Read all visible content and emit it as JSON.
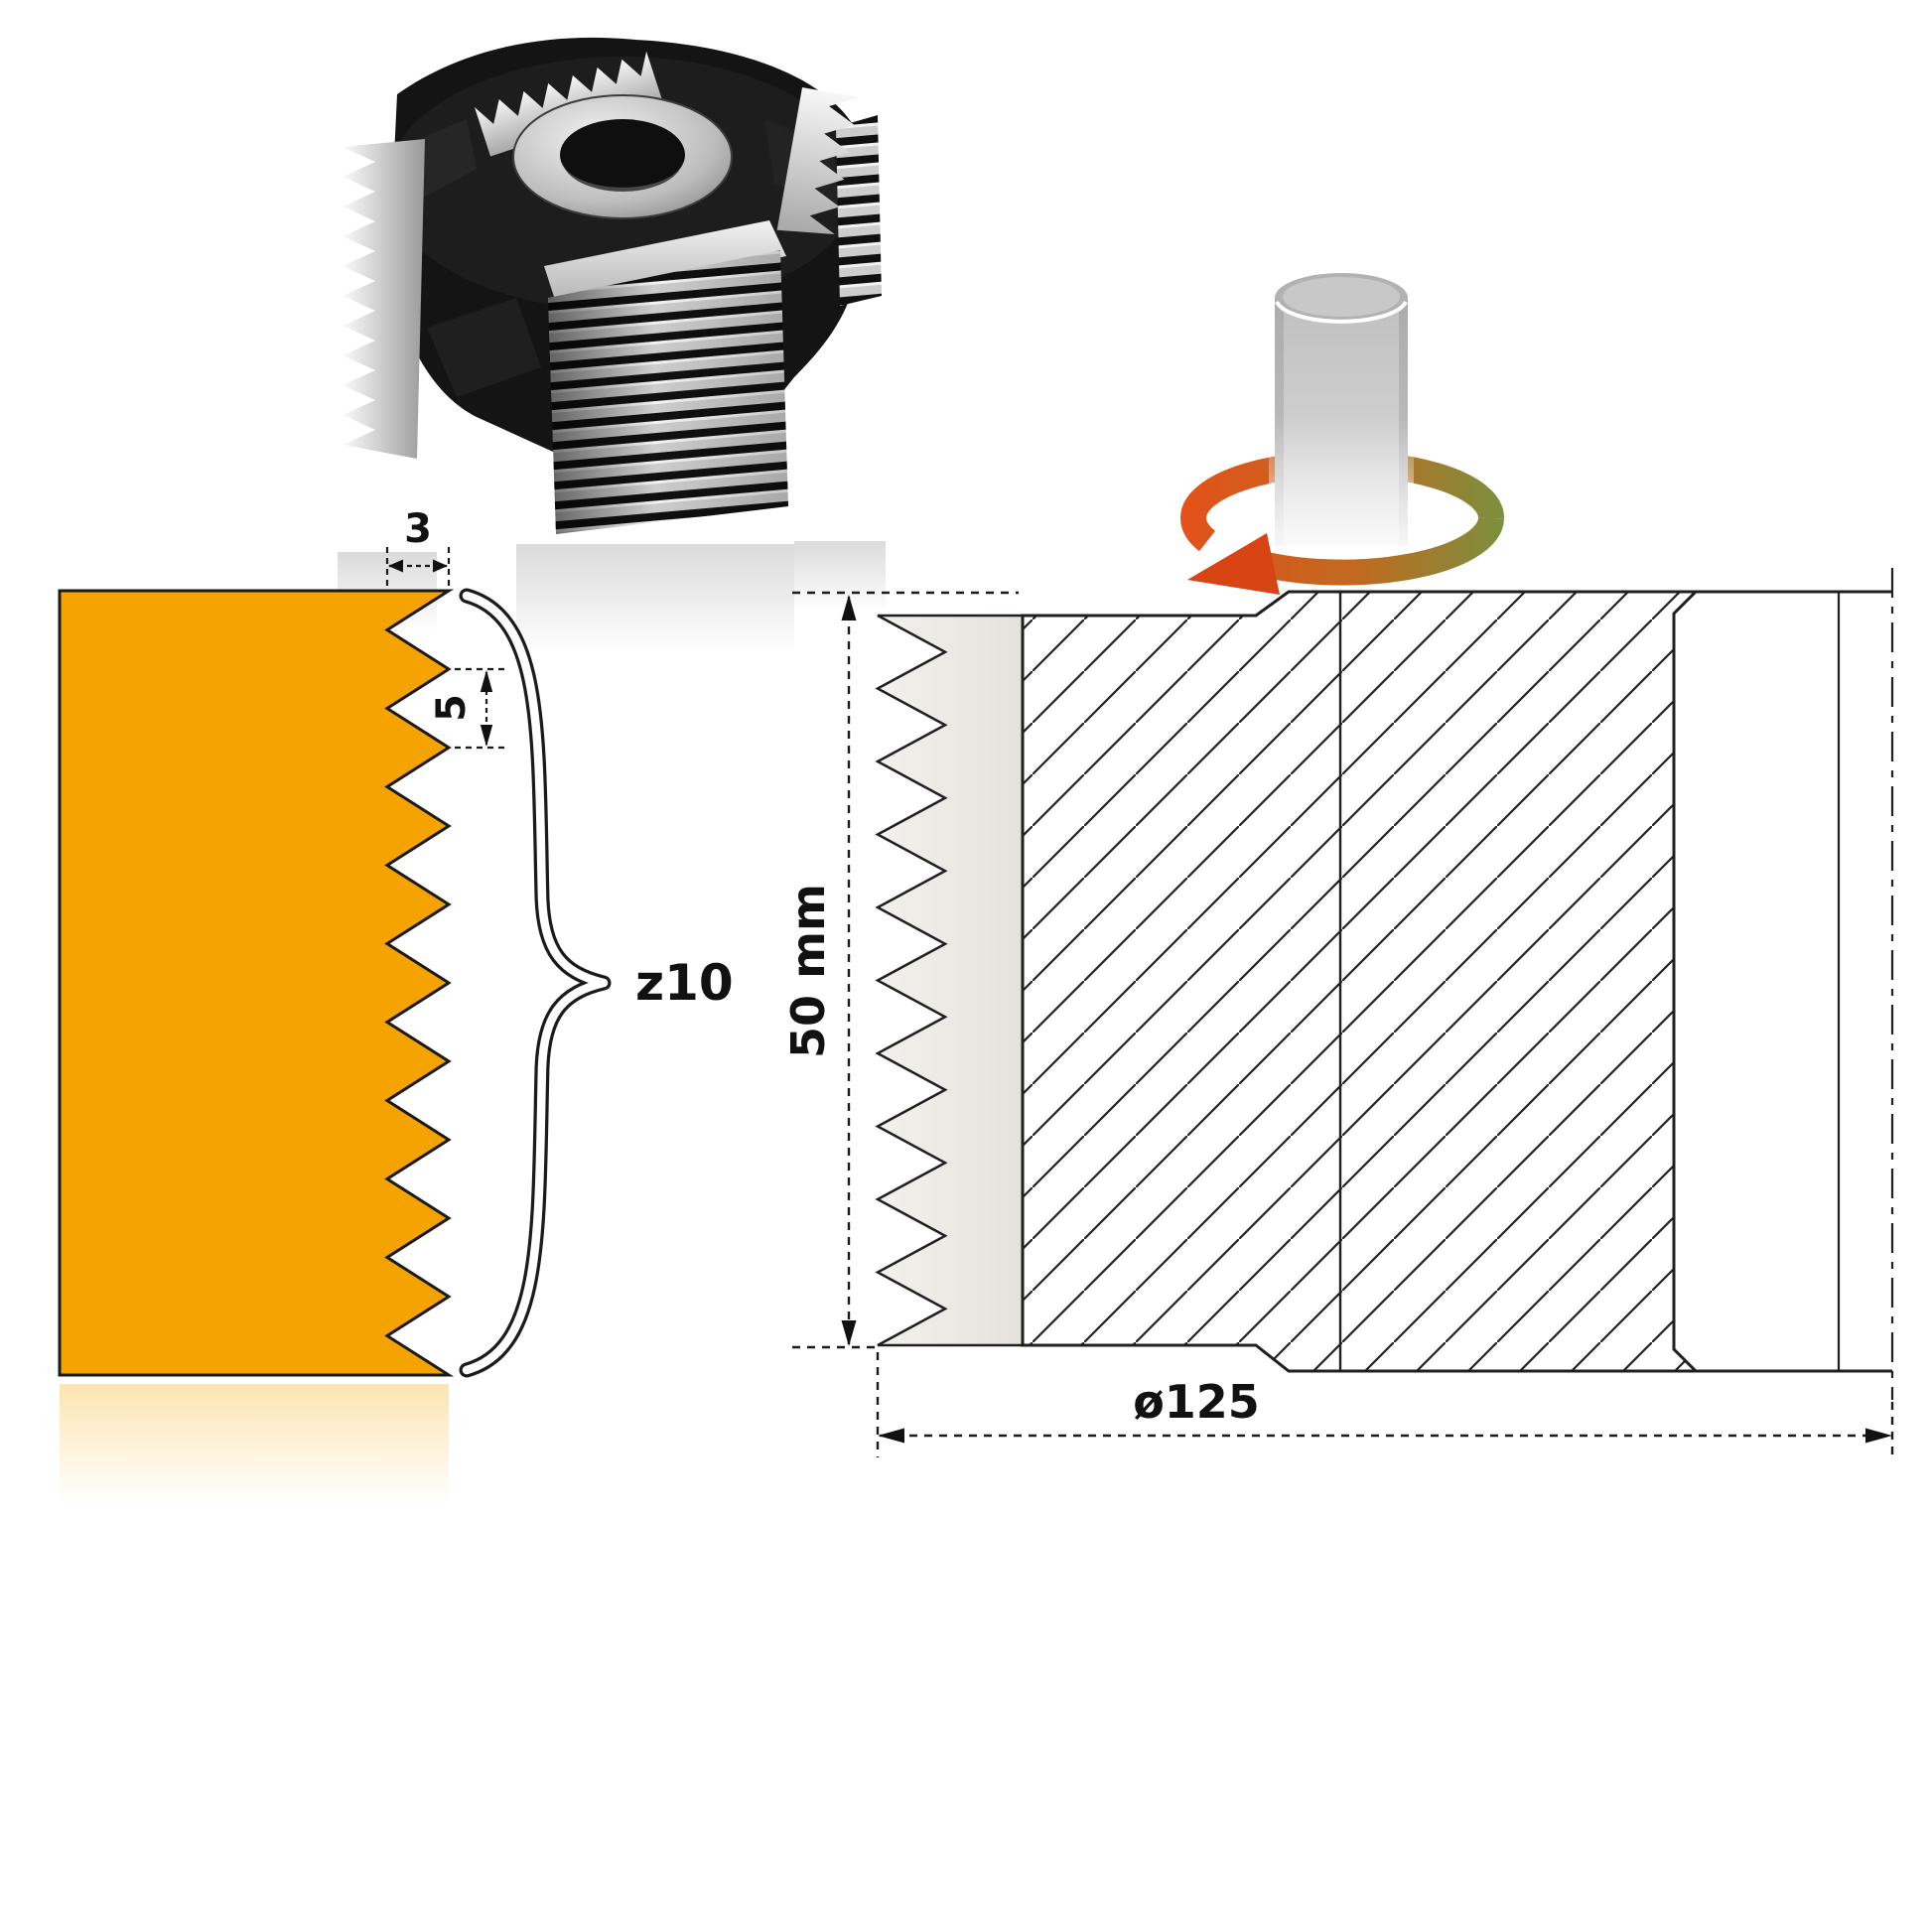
{
  "labels": {
    "tooth_depth": "3",
    "tooth_pitch": "5",
    "teeth_count": "z10",
    "working_height": "50 mm",
    "diameter": "ø125"
  },
  "colors": {
    "profile_fill": "#F5A300",
    "drawing_line": "#1A1A1A",
    "rotation_arrow_start": "#E2521A",
    "rotation_arrow_end": "#7D8F3E"
  },
  "icons": {
    "rotation_arrow": "rotation-direction-arrow",
    "cutter_photo": "serrated-cutter-head-photo",
    "brace": "teeth-count-brace"
  }
}
